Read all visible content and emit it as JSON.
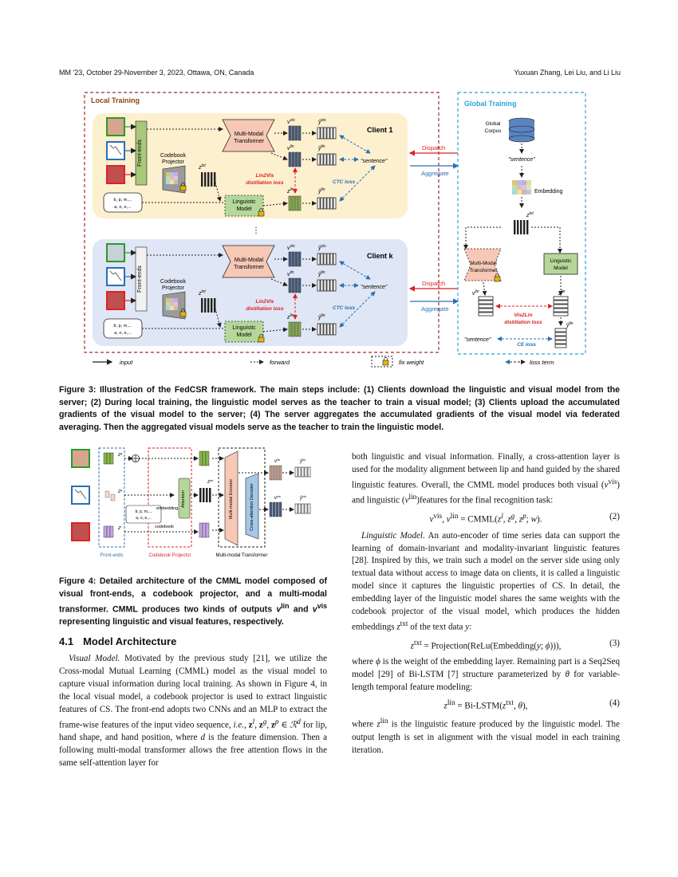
{
  "header": {
    "left": "MM '23, October 29-November 3, 2023, Ottawa, ON, Canada",
    "right": "Yuxuan Zhang, Lei Liu, and Li Liu"
  },
  "figure3": {
    "local_title": "Local Training",
    "global_title": "Global Training",
    "client1": "Client 1",
    "clientk": "Client k",
    "front_ends": "Front-ends",
    "codebook": "Codebook",
    "projector": "Projector",
    "mm": "Multi-Modal",
    "transformer": "Transformer",
    "ling1": "Linguistic",
    "ling2": "Model",
    "phon1": "b, p, m,...",
    "phon2": "a, o, e,...",
    "zt": "z",
    "zt_sup": "txt",
    "vvis": "v",
    "vis_sup": "vis",
    "zlin": "z",
    "lin_sup": "lin",
    "yhat": "ŷ",
    "sentence": "\"sentence\"",
    "l2v1": "Lin2Vis",
    "l2v2": "distillation loss",
    "ctc": "CTC loss",
    "dispatch": "Dispatch",
    "aggregate": "Aggregate",
    "dots": "⋮",
    "gc1": "Global",
    "gc2": "Corpus",
    "embedding": "Embedding",
    "v2l1": "Vis2Lin",
    "v2l2": "distillation loss",
    "ce": "CE loss",
    "leg_input": "input",
    "leg_forward": "forward",
    "leg_fix": "fix weight",
    "leg_loss": "loss term"
  },
  "caption3": "Figure 3: Illustration of the FedCSR framework. The main steps include: (1) Clients download the linguistic and visual model from the server; (2) During local training, the linguistic model serves as the teacher to train a visual model; (3) Clients upload the accumulated gradients of the visual model to the server; (4) The server aggregates the accumulated gradients of the visual model via federated averaging. Then the aggregated visual models serve as the teacher to train the linguistic model.",
  "figure4": {
    "front_ends": "Front-ends",
    "codebook_proj": "Codebook Projector",
    "mm_transformer": "Multi-modal Transformer",
    "embedding": "embedding",
    "attention": "Attention",
    "codebook": "codebook",
    "mme": "Multi-modal Encoder",
    "cad": "Cross-attention Decoder",
    "zg": "z",
    "zp": "z",
    "zl": "z",
    "ztxt": "z",
    "phon1": "b, p, m,...",
    "phon2": "a, o, e,..."
  },
  "caption4": "Figure 4: Detailed architecture of the CMML model composed of visual front-ends, a codebook projector, and a multi-modal transformer. CMML produces two kinds of outputs v^lin and v^vis representing linguistic and visual features, respectively.",
  "section": {
    "num": "4.1",
    "title": "Model Architecture"
  },
  "left_para": {
    "head": "Visual Model.",
    "body": "Motivated by the previous study [21], we utilize the Cross-modal Mutual Learning (CMML) model as the visual model to capture visual information during local training. As shown in Figure 4, in the local visual model, a codebook projector is used to extract linguistic features of CS. The front-end adopts two CNNs and an MLP to extract the frame-wise features of the input video sequence, i.e., z^l, z^g, z^p ∈ R^d for lip, hand shape, and hand position, where d is the feature dimension. Then a following multi-modal transformer allows the free attention flows in the same self-attention layer for"
  },
  "right": {
    "p1": "both linguistic and visual information. Finally, a cross-attention layer is used for the modality alignment between lip and hand guided by the shared linguistic features. Overall, the CMML model produces both visual (v^vis) and linguistic (v^lin)features for the final recognition task:",
    "eq2": "v^vis, v^lin = CMML(z^l, z^g, z^p; w).",
    "eq2n": "(2)",
    "p2_head": "Linguistic Model.",
    "p2": "An auto-encoder of time series data can support the learning of domain-invariant and modality-invariant linguistic features [28]. Inspired by this, we train such a model on the server side using only textual data without access to image data on clients, it is called a linguistic model since it captures the linguistic properties of CS. In detail, the embedding layer of the linguistic model shares the same weights with the codebook projector of the visual model, which produces the hidden embeddings z^txt of the text data y:",
    "eq3": "z^txt = Projection(ReLu(Embedding(y; ϕ))),",
    "eq3n": "(3)",
    "p3": "where ϕ is the weight of the embedding layer. Remaining part is a Seq2Seq model [29] of Bi-LSTM [7] structure parameterized by θ for variable-length temporal feature modeling:",
    "eq4": "z^lin = Bi-LSTM(z^txt, θ),",
    "eq4n": "(4)",
    "p4": "where z^lin is the linguistic feature produced by the linguistic model. The output length is set in alignment with the visual model in each training iteration."
  }
}
